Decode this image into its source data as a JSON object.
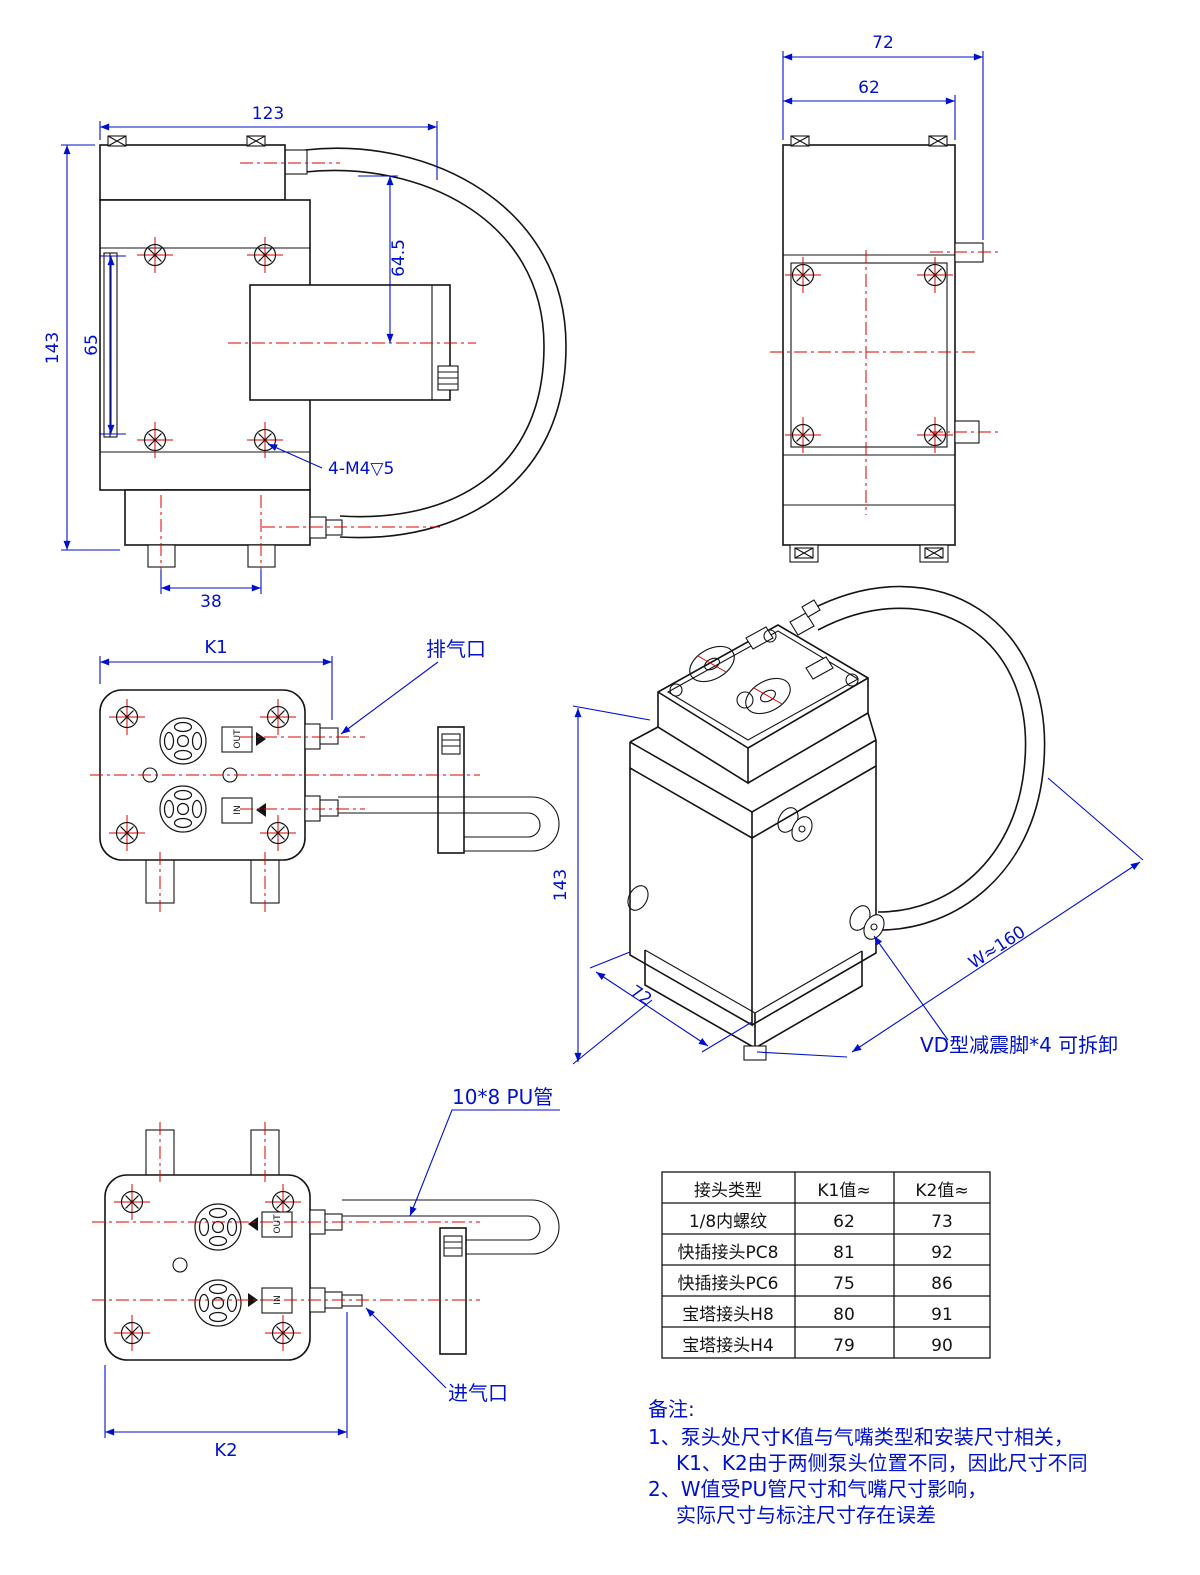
{
  "colors": {
    "outline": "#141414",
    "dimension": "#0011cc",
    "centerline": "#e00000",
    "background": "#ffffff"
  },
  "drawing": {
    "front": {
      "w": "123",
      "h": "143",
      "slot": "65",
      "port_h": "64.5",
      "feet": "38",
      "thread": "4-M4▽5"
    },
    "side": {
      "overall": "72",
      "body": "62"
    },
    "top": {
      "k": "K1",
      "exhaust": "排气口"
    },
    "iso": {
      "h": "143",
      "d": "72",
      "w": "W≈160",
      "foot": "VD型减震脚*4  可拆卸"
    },
    "bottom": {
      "k": "K2",
      "tube": "10*8 PU管",
      "intake": "进气口"
    },
    "ports": {
      "out": "OUT",
      "in": "IN"
    }
  },
  "table": {
    "headers": [
      "接头类型",
      "K1值≈",
      "K2值≈"
    ],
    "rows": [
      [
        "1/8内螺纹",
        "62",
        "73"
      ],
      [
        "快插接头PC8",
        "81",
        "92"
      ],
      [
        "快插接头PC6",
        "75",
        "86"
      ],
      [
        "宝塔接头H8",
        "80",
        "91"
      ],
      [
        "宝塔接头H4",
        "79",
        "90"
      ]
    ]
  },
  "notes": {
    "title": "备注:",
    "l1": "1、泵头处尺寸K值与气嘴类型和安装尺寸相关，",
    "l2": "K1、K2由于两侧泵头位置不同，因此尺寸不同",
    "l3": "2、W值受PU管尺寸和气嘴尺寸影响，",
    "l4": "实际尺寸与标注尺寸存在误差"
  }
}
